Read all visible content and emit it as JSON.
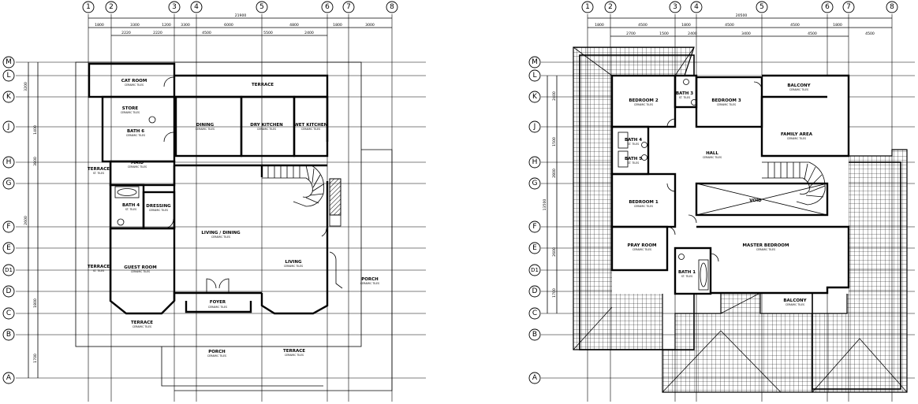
{
  "grid_columns": [
    "1",
    "2",
    "3",
    "4",
    "5",
    "6",
    "7",
    "8"
  ],
  "grid_rows": [
    "M",
    "L",
    "K",
    "J",
    "H",
    "G",
    "F",
    "E",
    "D1",
    "D",
    "C",
    "B",
    "A"
  ],
  "ground_floor": {
    "overall_dim": "21900",
    "top_dims": [
      "1800",
      "3300",
      "1200",
      "3300",
      "6000",
      "4800",
      "1800",
      "3000"
    ],
    "sub_dims": [
      "2220",
      "2220",
      "4500",
      "5500",
      "2400"
    ],
    "left_dims": [
      "3200",
      "1400",
      "3800",
      "2600",
      "1800",
      "1700"
    ],
    "rooms": [
      {
        "label": "CAT ROOM",
        "sub": "CERAMIC TILES"
      },
      {
        "label": "TERRACE",
        "sub": ""
      },
      {
        "label": "STORE",
        "sub": "CERAMIC TILES"
      },
      {
        "label": "BATH 6",
        "sub": "CERAMIC TILES"
      },
      {
        "label": "DINING",
        "sub": "CERAMIC TILES"
      },
      {
        "label": "DRY KITCHEN",
        "sub": "CERAMIC TILES"
      },
      {
        "label": "WET KITCHEN",
        "sub": "CERAMIC TILES"
      },
      {
        "label": "MAID",
        "sub": "CERAMIC TILES"
      },
      {
        "label": "TERRACE",
        "sub": "ST. TILES"
      },
      {
        "label": "BATH 4",
        "sub": "ST. TILES"
      },
      {
        "label": "DRESSING",
        "sub": "CERAMIC TILES"
      },
      {
        "label": "LIVING / DINING",
        "sub": "CERAMIC TILES"
      },
      {
        "label": "LIVING",
        "sub": "CERAMIC TILES"
      },
      {
        "label": "TERRACE",
        "sub": "ST. TILES"
      },
      {
        "label": "GUEST ROOM",
        "sub": "CERAMIC TILES"
      },
      {
        "label": "FOYER",
        "sub": "CERAMIC TILES"
      },
      {
        "label": "TERRACE",
        "sub": "CERAMIC TILES"
      },
      {
        "label": "PORCH",
        "sub": "CERAMIC TILES"
      },
      {
        "label": "TERRACE",
        "sub": "CERAMIC TILES"
      },
      {
        "label": "PORCH",
        "sub": "CERAMIC TILES"
      }
    ]
  },
  "first_floor": {
    "overall_dim": "20500",
    "top_dims": [
      "1800",
      "4500",
      "1800",
      "4500",
      "4500",
      "1800",
      "4500"
    ],
    "sub_dims": [
      "2700",
      "1500",
      "2400",
      "3400",
      "4500"
    ],
    "left_dims": [
      "2400",
      "1500",
      "2800",
      "13500",
      "2600",
      "1700"
    ],
    "rooms": [
      {
        "label": "BEDROOM 2",
        "sub": "CERAMIC TILES"
      },
      {
        "label": "BATH 3",
        "sub": "ST. TILES"
      },
      {
        "label": "BEDROOM 3",
        "sub": "CERAMIC TILES"
      },
      {
        "label": "BALCONY",
        "sub": "CERAMIC TILES"
      },
      {
        "label": "FAMILY AREA",
        "sub": "CERAMIC TILES"
      },
      {
        "label": "BATH 4",
        "sub": "ST. TILES"
      },
      {
        "label": "BATH 5",
        "sub": "ST. TILES"
      },
      {
        "label": "HALL",
        "sub": "CERAMIC TILES"
      },
      {
        "label": "BEDROOM 1",
        "sub": "CERAMIC TILES"
      },
      {
        "label": "VOID",
        "sub": ""
      },
      {
        "label": "PRAY ROOM",
        "sub": "CERAMIC TILES"
      },
      {
        "label": "MASTER BEDROOM",
        "sub": "CERAMIC TILES"
      },
      {
        "label": "BATH 1",
        "sub": "ST. TILES"
      },
      {
        "label": "BALCONY",
        "sub": "CERAMIC TILES"
      }
    ]
  }
}
